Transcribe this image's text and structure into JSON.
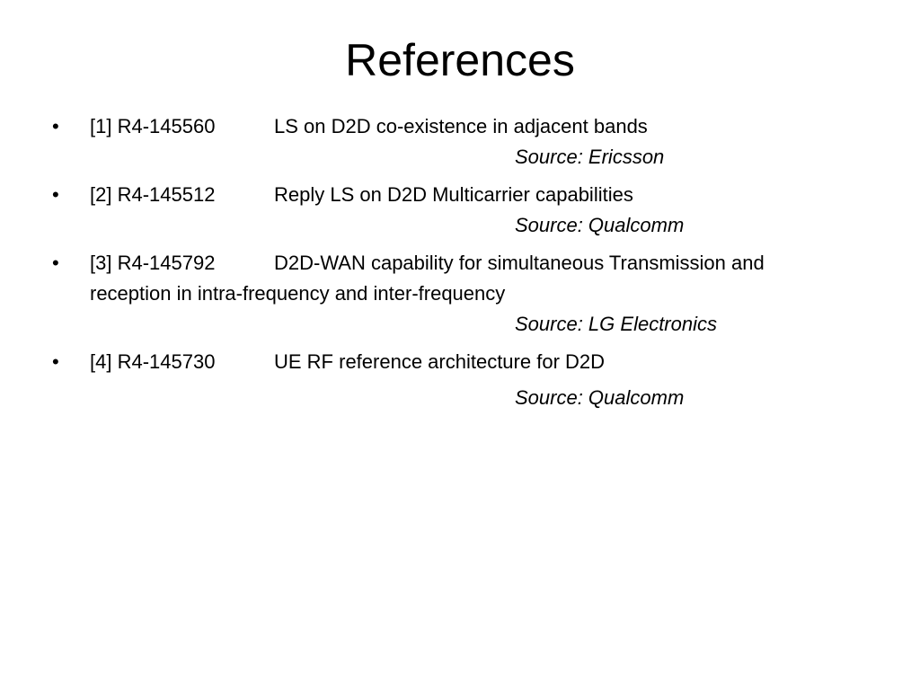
{
  "slide": {
    "title": "References",
    "bullet_glyph": "•",
    "references": [
      {
        "id": "[1] R4-145560",
        "title_line1": "LS on D2D co-existence in adjacent bands",
        "title_line2": "",
        "source": "Source: Ericsson"
      },
      {
        "id": "[2] R4-145512",
        "title_line1": "Reply LS on D2D Multicarrier capabilities",
        "title_line2": "",
        "source": "Source: Qualcomm"
      },
      {
        "id": "[3] R4-145792",
        "title_line1": "D2D-WAN capability for simultaneous Transmission and",
        "title_line2": "reception in intra-frequency and inter-frequency",
        "source": "Source: LG Electronics"
      },
      {
        "id": "[4] R4-145730",
        "title_line1": "UE RF reference architecture for D2D",
        "title_line2": "",
        "source": "Source: Qualcomm"
      }
    ]
  }
}
